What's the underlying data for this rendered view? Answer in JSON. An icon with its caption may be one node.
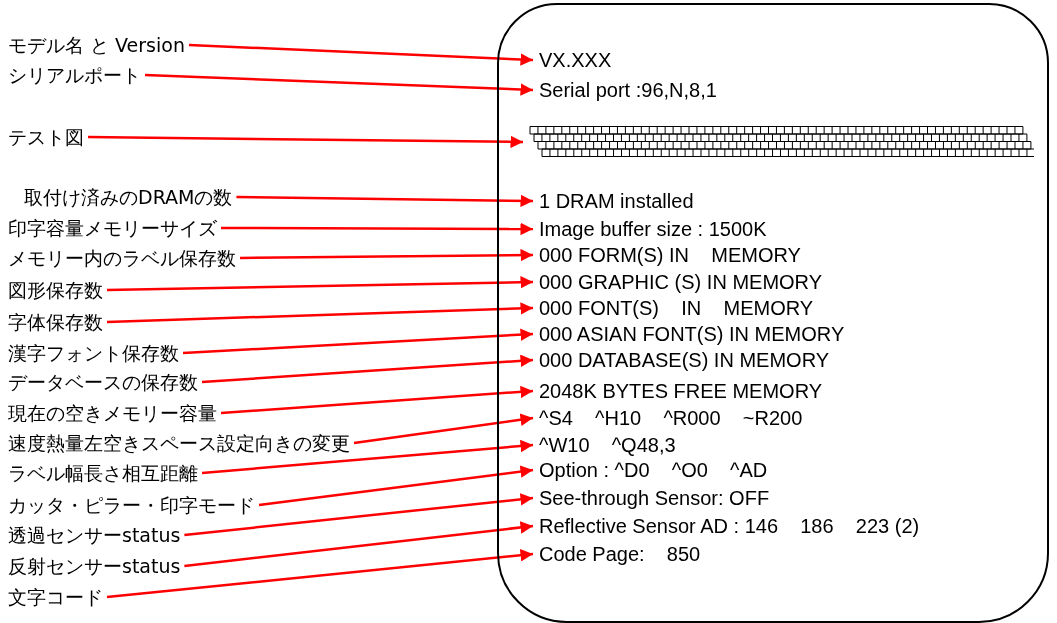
{
  "diagram": {
    "nodes": [
      {
        "text": [
          "モデル名 と Version"
        ]
      },
      {
        "text": [
          "シリアルポート"
        ]
      },
      {
        "text": [
          "テスト図"
        ]
      },
      {
        "text": [
          "取付け済みのDRAMの数"
        ]
      },
      {
        "text": [
          "印字容量メモリーサイズ"
        ]
      },
      {
        "text": [
          "メモリー内のラベル保存数"
        ]
      },
      {
        "text": [
          "図形保存数"
        ]
      },
      {
        "text": [
          "字体保存数"
        ]
      },
      {
        "text": [
          "漢字フォント保存数"
        ]
      },
      {
        "text": [
          "データベースの保存数"
        ]
      },
      {
        "text": [
          "現在の空きメモリー容量"
        ]
      },
      {
        "text": [
          "速度熱量左空きスペース設定向きの変更"
        ]
      },
      {
        "text": [
          "ラベル幅長さ相互距離"
        ]
      },
      {
        "text": [
          "カッタ・ピラー・印字モード"
        ]
      },
      {
        "text": [
          "透過センサーstatus"
        ]
      },
      {
        "text": [
          "反射センサーstatus"
        ]
      },
      {
        "text": [
          "文字コード"
        ]
      },
      {
        "text": [],
        "shape": "box"
      },
      {
        "text": [
          "VX.XXX"
        ],
        "in": 17
      },
      {
        "text": [
          "Serial port :96,N,8,1"
        ],
        "in": 17
      },
      {
        "text": [],
        "shape": "picture",
        "in": 17
      },
      {
        "text": [
          "1 DRAM installed"
        ],
        "in": 17
      },
      {
        "text": [
          "Image buffer size : 1500K"
        ],
        "in": 17
      },
      {
        "text": [
          "000 FORM(S) IN    MEMORY"
        ],
        "in": 17
      },
      {
        "text": [
          "000 GRAPHIC (S) IN MEMORY"
        ],
        "in": 17
      },
      {
        "text": [
          "000 FONT(S)    IN    MEMORY"
        ],
        "in": 17
      },
      {
        "text": [
          "000 ASIAN FONT(S) IN MEMORY"
        ],
        "in": 17
      },
      {
        "text": [
          "000 DATABASE(S) IN MEMORY"
        ],
        "in": 17
      },
      {
        "text": [
          "2048K BYTES FREE MEMORY"
        ],
        "in": 17
      },
      {
        "text": [
          "^S4    ^H10    ^R000    ~R200"
        ],
        "in": 17
      },
      {
        "text": [
          "^W10    ^Q48,3"
        ],
        "in": 17
      },
      {
        "text": [
          "Option : ^D0    ^O0    ^AD"
        ],
        "in": 17
      },
      {
        "text": [
          "See-through Sensor: OFF"
        ],
        "in": 17
      },
      {
        "text": [
          "Reflective Sensor AD : 146    186    223 (2)"
        ],
        "in": 17
      },
      {
        "text": [
          "Code Page:    850"
        ],
        "in": 17
      }
    ],
    "edges": [
      {
        "from": 0,
        "to": 18,
        "arrow": "to"
      },
      {
        "from": 1,
        "to": 19,
        "arrow": "to"
      },
      {
        "from": 2,
        "to": 20,
        "arrow": "to"
      },
      {
        "from": 3,
        "to": 21,
        "arrow": "to"
      },
      {
        "from": 4,
        "to": 22,
        "arrow": "to"
      },
      {
        "from": 5,
        "to": 23,
        "arrow": "to"
      },
      {
        "from": 6,
        "to": 24,
        "arrow": "to"
      },
      {
        "from": 7,
        "to": 25,
        "arrow": "to"
      },
      {
        "from": 8,
        "to": 26,
        "arrow": "to"
      },
      {
        "from": 9,
        "to": 27,
        "arrow": "to"
      },
      {
        "from": 10,
        "to": 28,
        "arrow": "to"
      },
      {
        "from": 11,
        "to": 29,
        "arrow": "to"
      },
      {
        "from": 12,
        "to": 30,
        "arrow": "to"
      },
      {
        "from": 13,
        "to": 31,
        "arrow": "to"
      },
      {
        "from": 14,
        "to": 32,
        "arrow": "to"
      },
      {
        "from": 15,
        "to": 33,
        "arrow": "to"
      },
      {
        "from": 16,
        "to": 34,
        "arrow": "to"
      }
    ]
  }
}
